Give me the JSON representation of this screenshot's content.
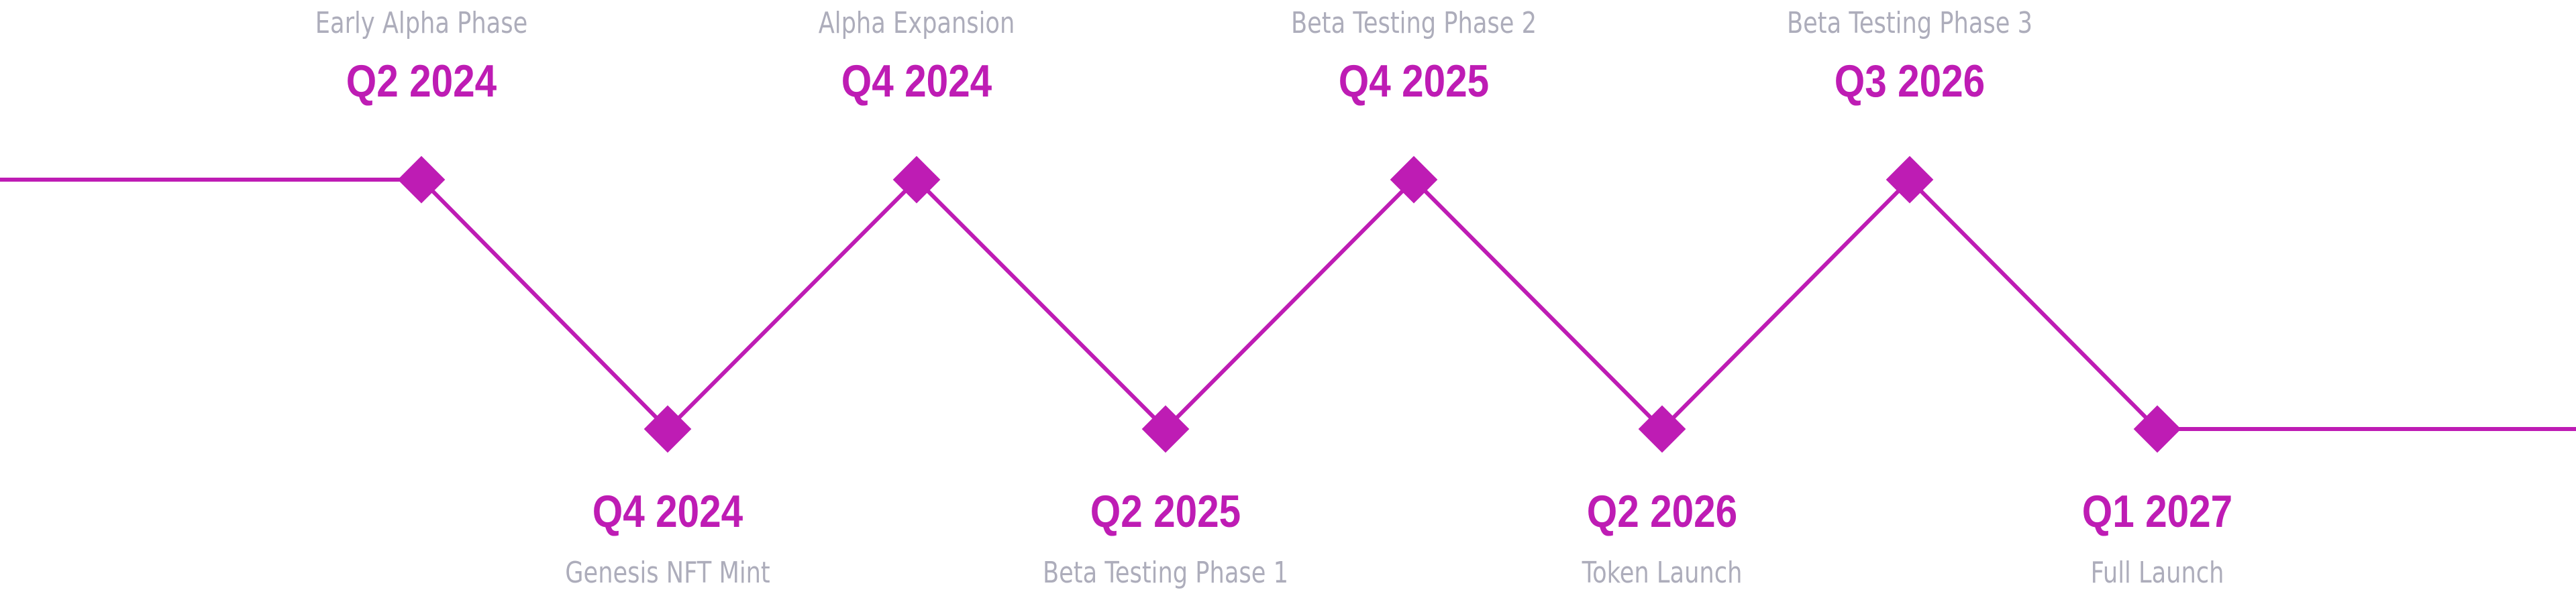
{
  "colors": {
    "accent": "#be1cb4",
    "label": "#adadbb",
    "background": "#ffffff"
  },
  "milestones": [
    {
      "phase": "Early Alpha Phase",
      "date": "Q2 2024",
      "side": "top"
    },
    {
      "phase": "Genesis NFT Mint",
      "date": "Q4 2024",
      "side": "bottom"
    },
    {
      "phase": "Alpha Expansion",
      "date": "Q4 2024",
      "side": "top"
    },
    {
      "phase": "Beta Testing Phase 1",
      "date": "Q2 2025",
      "side": "bottom"
    },
    {
      "phase": "Beta Testing Phase 2",
      "date": "Q4 2025",
      "side": "top"
    },
    {
      "phase": "Token Launch",
      "date": "Q2 2026",
      "side": "bottom"
    },
    {
      "phase": "Beta Testing Phase 3",
      "date": "Q3 2026",
      "side": "top"
    },
    {
      "phase": "Full Launch",
      "date": "Q1 2027",
      "side": "bottom"
    }
  ]
}
